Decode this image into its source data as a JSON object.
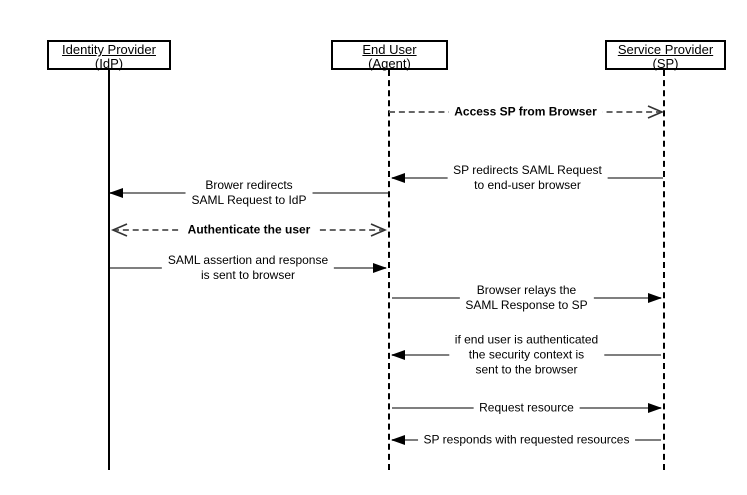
{
  "diagram_type": "sequence-diagram",
  "actors": [
    {
      "name": "Identity  Provider",
      "alias": "(IdP)",
      "lifeline": "solid"
    },
    {
      "name": "End User",
      "alias": "(Agent)",
      "lifeline": "dashed"
    },
    {
      "name": "Service  Provider",
      "alias": "(SP)",
      "lifeline": "dashed"
    }
  ],
  "messages": [
    {
      "label": "Access SP from Browser",
      "from": "End User (Agent)",
      "to": "Service Provider (SP)",
      "line": "dashed",
      "arrow": "open-right",
      "bold": true
    },
    {
      "label": "SP redirects SAML Request\nto end-user browser",
      "from": "Service Provider (SP)",
      "to": "End User (Agent)",
      "line": "solid",
      "arrow": "filled-left",
      "bold": false
    },
    {
      "label": "Brower redirects\nSAML Request to IdP",
      "from": "End User (Agent)",
      "to": "Identity Provider (IdP)",
      "line": "solid",
      "arrow": "filled-left",
      "bold": false
    },
    {
      "label": "Authenticate the user",
      "from": "Identity Provider (IdP)",
      "to": "End User (Agent)",
      "line": "dashed",
      "arrow": "open-both",
      "bold": true
    },
    {
      "label": "SAML assertion and response\nis sent to browser",
      "from": "Identity Provider (IdP)",
      "to": "End User (Agent)",
      "line": "solid",
      "arrow": "filled-right",
      "bold": false
    },
    {
      "label": "Browser relays the\nSAML Response to SP",
      "from": "End User (Agent)",
      "to": "Service Provider (SP)",
      "line": "solid",
      "arrow": "filled-right",
      "bold": false
    },
    {
      "label": "if end user is authenticated\nthe security context is\nsent to the browser",
      "from": "Service Provider (SP)",
      "to": "End User (Agent)",
      "line": "solid",
      "arrow": "filled-left",
      "bold": false
    },
    {
      "label": "Request resource",
      "from": "End User (Agent)",
      "to": "Service Provider (SP)",
      "line": "solid",
      "arrow": "filled-right",
      "bold": false
    },
    {
      "label": "SP responds with requested resources",
      "from": "Service Provider (SP)",
      "to": "End User (Agent)",
      "line": "solid",
      "arrow": "filled-left",
      "bold": false
    }
  ],
  "colors": {
    "background": "#ffffff",
    "border": "#000000",
    "solid_message_line": "#7f7f7f",
    "dashed_message_line": "#666666",
    "arrowhead": "#000000",
    "text": "#000000"
  }
}
